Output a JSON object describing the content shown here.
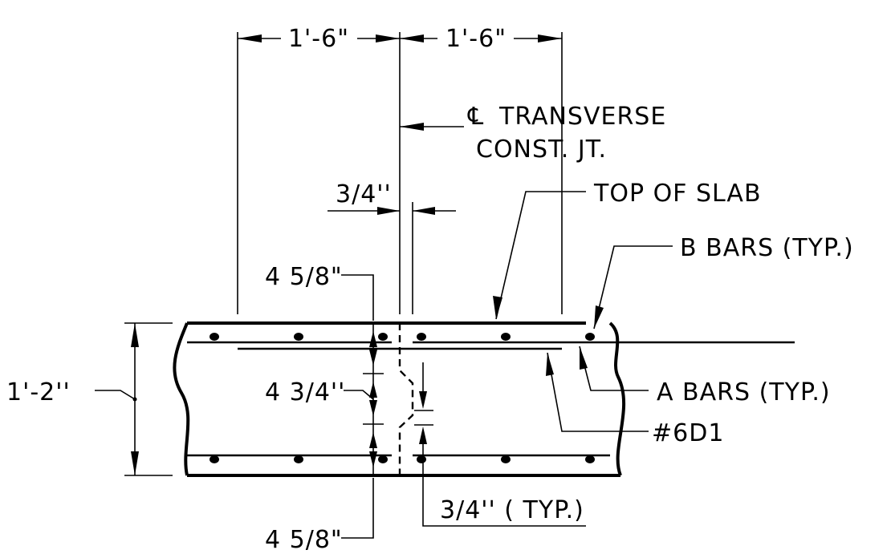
{
  "dimensions": {
    "left_spacing": "1'-6\"",
    "right_spacing": "1'-6\"",
    "slab_thickness": "1'-2''",
    "gap": "3/4''",
    "gap_typ": "3/4'' ( TYP.)",
    "top_cover": "4 5/8\"",
    "key_depth": "4 3/4''",
    "bottom_cover": "4 5/8\""
  },
  "labels": {
    "centerline_symbol": "℄",
    "transverse_line1": "TRANSVERSE",
    "transverse_line2": "CONST. JT.",
    "top_of_slab": "TOP OF SLAB",
    "b_bars": "B BARS (TYP.)",
    "a_bars": "A BARS (TYP.)",
    "bar_6d1": "#6D1"
  }
}
